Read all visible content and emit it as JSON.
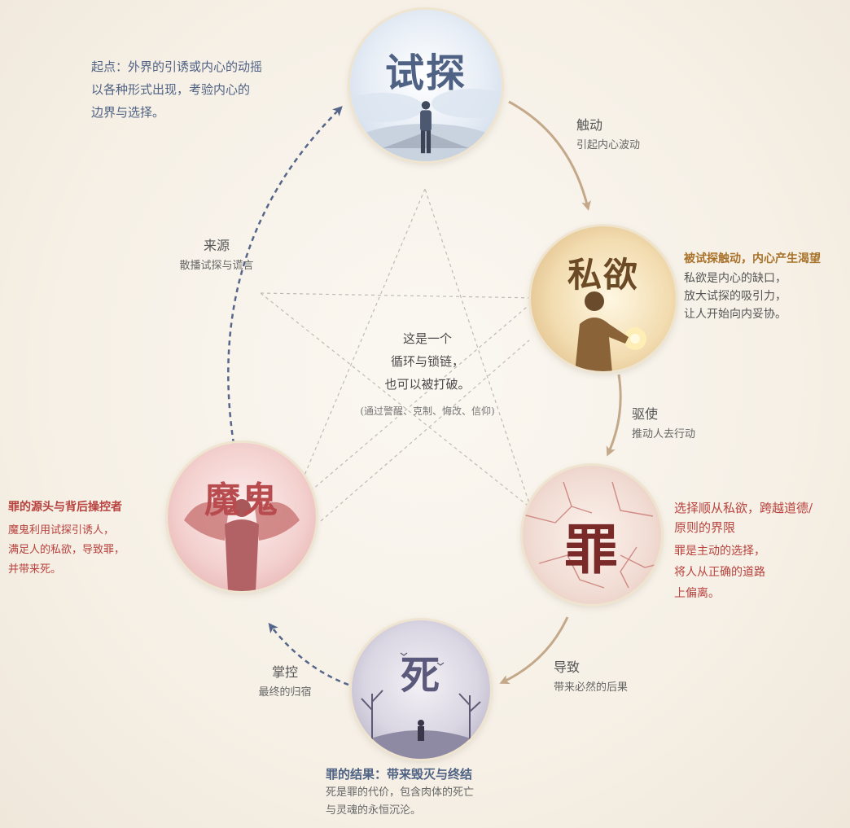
{
  "nodes": {
    "temptation": {
      "title": "试探",
      "figure": "standing-man-icon"
    },
    "desire": {
      "title": "私欲",
      "figure": "man-with-glowing-hand-icon"
    },
    "sin": {
      "title": "罪",
      "figure": "cracked-surface"
    },
    "death": {
      "title": "死",
      "figure": "lone-man-dead-trees-icon"
    },
    "devil": {
      "title": "魔鬼",
      "figure": "winged-demon-icon"
    }
  },
  "descriptions": {
    "temptation": {
      "lines": [
        "起点：外界的引诱或内心的动摇",
        "以各种形式出现，考验内心的",
        "边界与选择。"
      ]
    },
    "desire": {
      "heading": "被试探触动，内心产生渴望",
      "lines": [
        "私欲是内心的缺口，",
        "放大试探的吸引力，",
        "让人开始向内妥协。"
      ]
    },
    "sin": {
      "heading_lines": [
        "选择顺从私欲，跨越道德/",
        "原则的界限"
      ],
      "lines": [
        "罪是主动的选择，",
        "将人从正确的道路",
        "上偏离。"
      ]
    },
    "death": {
      "heading": "罪的结果：带来毁灭与终结",
      "lines": [
        "死是罪的代价，包含肉体的死亡",
        "与灵魂的永恒沉沦。"
      ]
    },
    "devil": {
      "heading": "罪的源头与背后操控者",
      "lines": [
        "魔鬼利用试探引诱人，",
        "满足人的私欲，导致罪，",
        "并带来死。"
      ]
    }
  },
  "arrows": {
    "trigger": {
      "verb": "触动",
      "note": "引起内心波动"
    },
    "drive": {
      "verb": "驱使",
      "note": "推动人去行动"
    },
    "lead": {
      "verb": "导致",
      "note": "带来必然的后果"
    },
    "control": {
      "verb": "掌控",
      "note": "最终的归宿"
    },
    "source": {
      "verb": "来源",
      "note": "散播试探与谎言"
    }
  },
  "center": {
    "lines": [
      "这是一个",
      "循环与锁链，",
      "也可以被打破。"
    ],
    "note": "(通过警醒、克制、悔改、信仰)"
  },
  "colors": {
    "slate_blue": "#4f6284",
    "gold": "#a9722a",
    "red": "#b8423d",
    "purple": "#5c5a7c",
    "devil_red": "#b74b4e",
    "arrow_tan": "#c3a88a"
  }
}
